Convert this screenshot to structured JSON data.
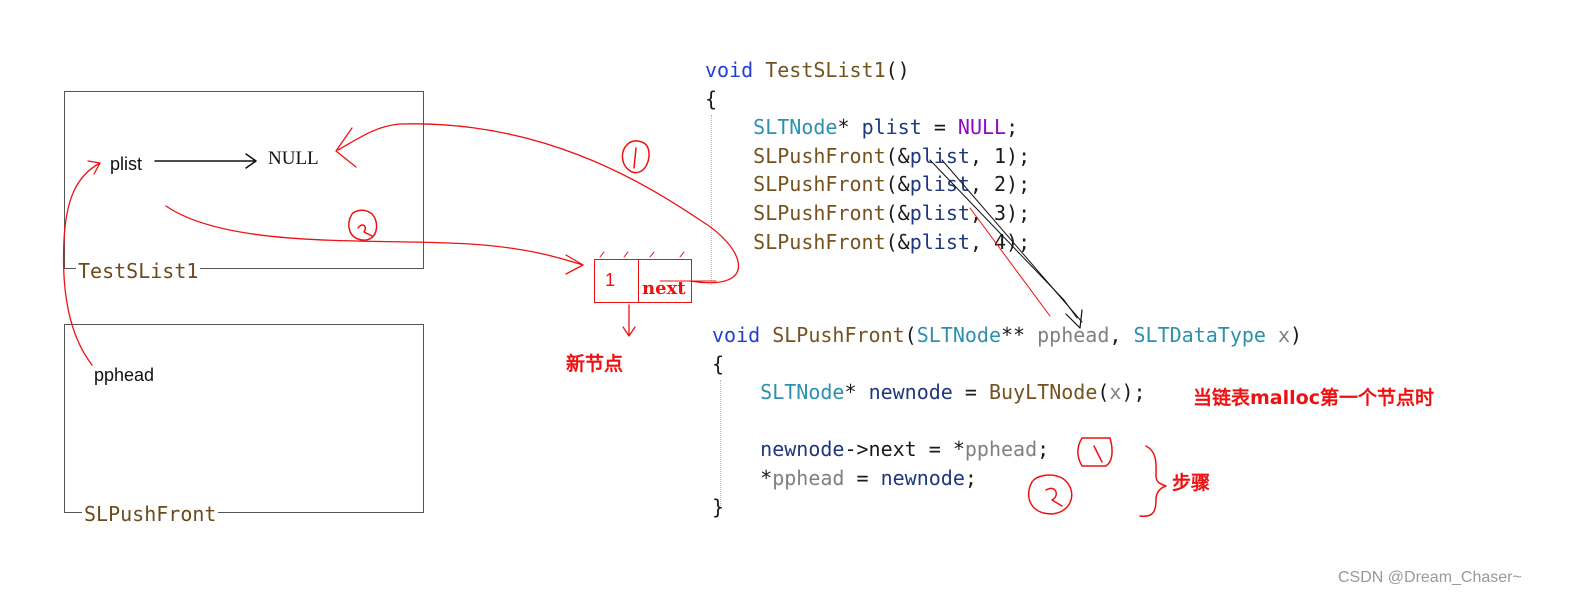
{
  "frames": {
    "test_label": "TestSList1",
    "push_label": "SLPushFront"
  },
  "left": {
    "plist": "plist",
    "null": "NULL",
    "pphead": "pphead"
  },
  "node": {
    "data": "1",
    "next": "next",
    "caption": "新节点"
  },
  "code1": {
    "kw_void": "void",
    "fn_name": "TestSList1",
    "parens": "()",
    "brace_open": "{",
    "l1_type": "SLTNode",
    "l1_star": "* ",
    "l1_var": "plist",
    "l1_eq": " = ",
    "l1_null": "NULL",
    "l1_semi": ";",
    "call": "SLPushFront",
    "amp": "(&",
    "var": "plist",
    "args": [
      ", 1);",
      ", 2);",
      ", 3);",
      ", 4);"
    ],
    "brace_close": "}"
  },
  "code2": {
    "kw_void": "void",
    "fn_name": "SLPushFront",
    "paren_open": "(",
    "type1": "SLTNode",
    "stars": "** ",
    "param1": "pphead",
    "comma": ", ",
    "type2": "SLTDataType",
    "param2": "x",
    "paren_close": ")",
    "brace_open": "{",
    "l1_type": "SLTNode",
    "l1_star": "* ",
    "l1_var": "newnode",
    "l1_eq": " = ",
    "l1_fn": "BuyLTNode",
    "l1_po": "(",
    "l1_arg": "x",
    "l1_end": ");",
    "l2_var": "newnode",
    "l2_arrow": "->next = *",
    "l2_param": "pphead",
    "l2_semi": ";",
    "l3_star": "*",
    "l3_param": "pphead",
    "l3_eq": " = ",
    "l3_var": "newnode",
    "l3_semi": ";",
    "brace_close": "}"
  },
  "annotations": {
    "malloc_note": "当链表malloc第一个节点时",
    "steps": "步骤"
  },
  "footer": "CSDN @Dream_Chaser~"
}
